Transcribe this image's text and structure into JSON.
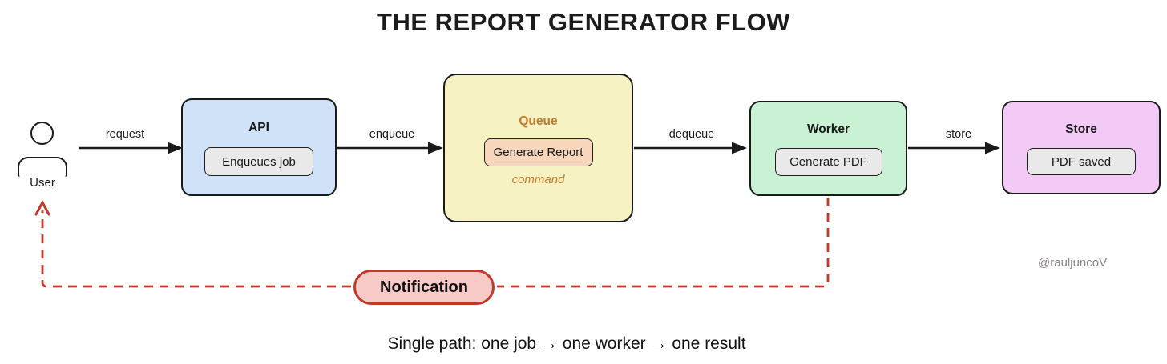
{
  "title": "THE REPORT GENERATOR FLOW",
  "caption": "Single path: one job → one worker → one result",
  "watermark": "@rauljuncoV",
  "user": {
    "label": "User"
  },
  "edges": {
    "request": "request",
    "enqueue": "enqueue",
    "dequeue": "dequeue",
    "store": "store"
  },
  "nodes": {
    "api": {
      "label": "API",
      "button": "Enqueues job",
      "fill": "#cfe2f8"
    },
    "queue": {
      "label": "Queue",
      "button": "Generate Report",
      "annotation": "command",
      "fill": "#f6f2c3",
      "button_fill": "#f8d6bc",
      "accent": "#bf7d2b"
    },
    "worker": {
      "label": "Worker",
      "button": "Generate PDF",
      "fill": "#c9f2d4"
    },
    "store": {
      "label": "Store",
      "button": "PDF saved",
      "fill": "#f3c9f5"
    }
  },
  "notification": {
    "label": "Notification",
    "fill": "#f7c9c7",
    "border": "#c0392b"
  },
  "colors": {
    "node_border": "#1a1a1a",
    "arrow": "#1a1a1a",
    "dashed_line": "#c0392b",
    "button_fill": "#e9e9e9",
    "watermark_text": "#8b8684"
  }
}
